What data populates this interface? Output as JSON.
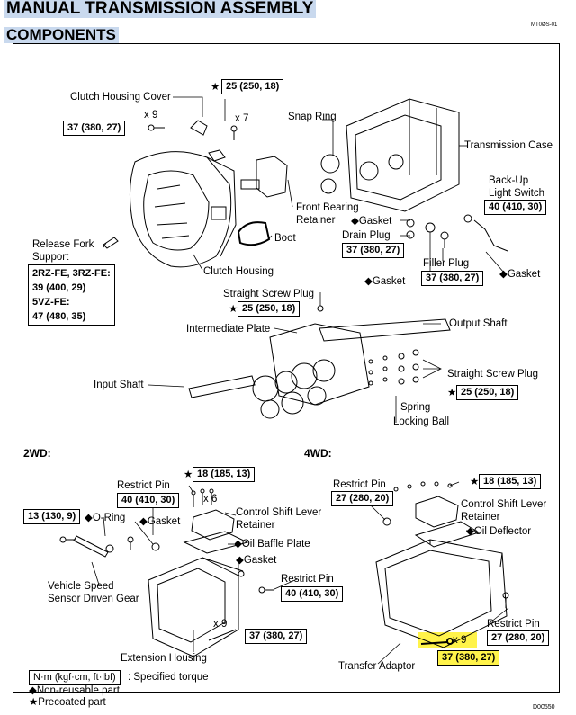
{
  "title": "MANUAL TRANSMISSION ASSEMBLY",
  "subtitle": "COMPONENTS",
  "figure_code": "MT0ØS-01",
  "image_code": "D00550",
  "top": {
    "clutch_housing_cover": "Clutch Housing Cover",
    "torque_37_a": "37 (380, 27)",
    "x9_a": "x 9",
    "star_a": "★",
    "torque_25_a": "25 (250, 18)",
    "x7": "x 7",
    "snap_ring": "Snap Ring",
    "transmission_case": "Transmission Case",
    "backup_light_switch": "Back-Up\nLight Switch",
    "torque_40_a": "40 (410, 30)",
    "front_bearing_retainer": "Front Bearing\nRetainer",
    "gasket_a": "◆Gasket",
    "drain_plug": "Drain Plug",
    "torque_37_b": "37 (380, 27)",
    "boot": "Boot",
    "release_fork_support": "Release Fork\nSupport",
    "engine_spec": "2RZ-FE, 3RZ-FE:\n39 (400, 29)\n5VZ-FE:\n47 (480, 35)",
    "clutch_housing": "Clutch Housing",
    "filler_plug": "Filler Plug",
    "gasket_b": "◆Gasket",
    "torque_37_c": "37 (380, 27)",
    "gasket_c": "◆Gasket",
    "straight_screw_plug_a": "Straight Screw Plug",
    "star_b": "★",
    "torque_25_b": "25 (250, 18)",
    "intermediate_plate": "Intermediate Plate",
    "output_shaft": "Output Shaft",
    "input_shaft": "Input Shaft",
    "straight_screw_plug_b": "Straight Screw Plug",
    "star_c": "★",
    "torque_25_c": "25 (250, 18)",
    "spring": "Spring",
    "locking_ball": "Locking Ball"
  },
  "two_wd": {
    "heading": "2WD:",
    "star": "★",
    "torque_18": "18 (185, 13)",
    "restrict_pin": "Restrict Pin",
    "torque_40": "40 (410, 30)",
    "x6": "x 6",
    "torque_13": "13 (130, 9)",
    "o_ring": "◆O-Ring",
    "gasket_a": "◆Gasket",
    "control_shift_lever_retainer": "Control Shift Lever\nRetainer",
    "oil_baffle_plate": "◆Oil Baffle Plate",
    "gasket_b": "◆Gasket",
    "restrict_pin_b": "Restrict Pin",
    "torque_40_b": "40 (410, 30)",
    "vehicle_speed_sensor": "Vehicle Speed\nSensor Driven Gear",
    "x9": "x 9",
    "torque_37": "37 (380, 27)",
    "extension_housing": "Extension Housing"
  },
  "four_wd": {
    "heading": "4WD:",
    "restrict_pin": "Restrict Pin",
    "torque_27": "27 (280, 20)",
    "star": "★",
    "torque_18": "18 (185, 13)",
    "control_shift_lever_retainer": "Control Shift Lever\nRetainer",
    "oil_deflector": "◆Oil Deflector",
    "restrict_pin_b": "Restrict Pin",
    "torque_27_b": "27 (280, 20)",
    "x9": "x 9",
    "torque_37": "37 (380, 27)",
    "transfer_adaptor": "Transfer Adaptor"
  },
  "legend": {
    "unit_box": "N·m (kgf·cm, ft·lbf)",
    "unit_desc": ": Specified torque",
    "non_reusable": "◆Non-reusable part",
    "precoated": "★Precoated part"
  },
  "colors": {
    "highlight": "#fff34a",
    "title_bg": "#c9d9ee"
  }
}
